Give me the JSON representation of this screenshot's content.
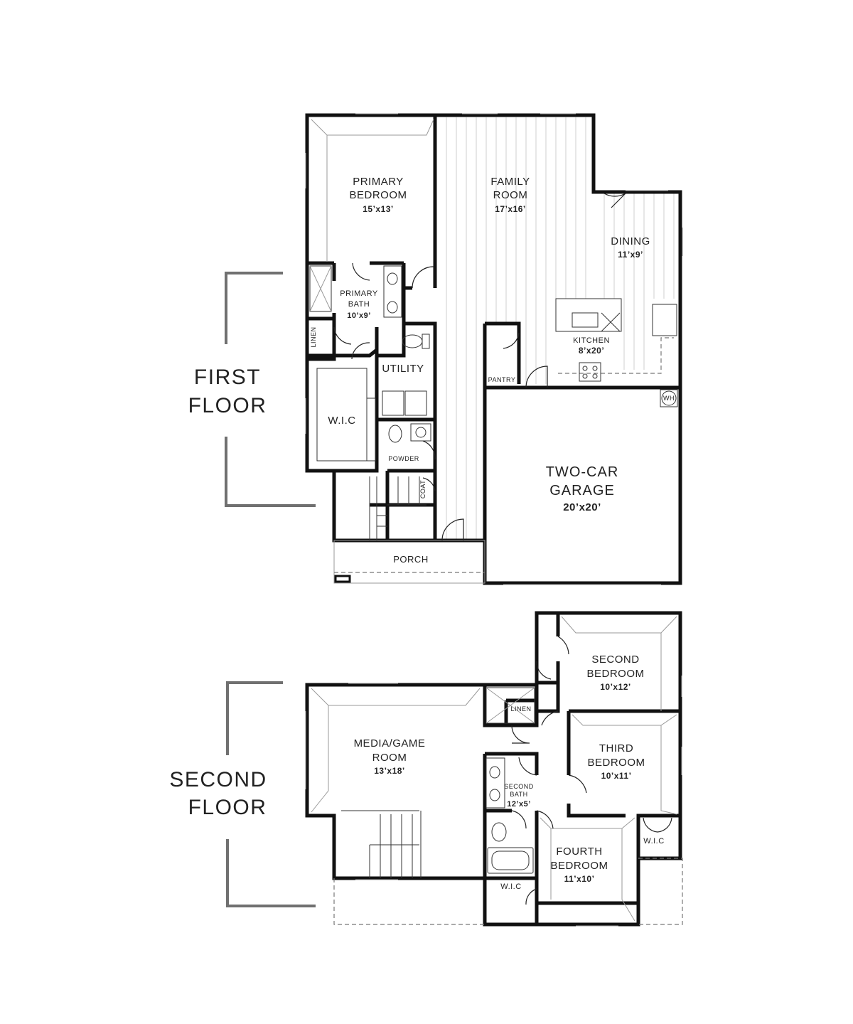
{
  "floors": {
    "first": {
      "line1": "FIRST",
      "line2": "FLOOR"
    },
    "second": {
      "line1": "SECOND",
      "line2": "FLOOR"
    }
  },
  "rooms": {
    "primary_bedroom": {
      "line1": "PRIMARY",
      "line2": "BEDROOM",
      "dim": "15’x13’"
    },
    "family_room": {
      "line1": "FAMILY",
      "line2": "ROOM",
      "dim": "17’x16’"
    },
    "dining": {
      "name": "DINING",
      "dim": "11’x9’"
    },
    "primary_bath": {
      "line1": "PRIMARY",
      "line2": "BATH",
      "dim": "10’x9’"
    },
    "kitchen": {
      "name": "KITCHEN",
      "dim": "8’x20’"
    },
    "linen_first": {
      "name": "LINEN"
    },
    "utility": {
      "name": "UTILITY"
    },
    "pantry": {
      "name": "PANTRY"
    },
    "wic_first": {
      "name": "W.I.C"
    },
    "powder": {
      "name": "POWDER"
    },
    "coat": {
      "name": "COAT"
    },
    "garage": {
      "line1": "TWO-CAR",
      "line2": "GARAGE",
      "dim": "20’x20’"
    },
    "porch": {
      "name": "PORCH"
    },
    "water_heater": {
      "name": "WH"
    },
    "second_bedroom": {
      "line1": "SECOND",
      "line2": "BEDROOM",
      "dim": "10’x12’"
    },
    "linen_second": {
      "name": "LINEN"
    },
    "media_room": {
      "line1": "MEDIA/GAME",
      "line2": "ROOM",
      "dim": "13’x18’"
    },
    "third_bedroom": {
      "line1": "THIRD",
      "line2": "BEDROOM",
      "dim": "10’x11’"
    },
    "second_bath": {
      "line1": "SECOND",
      "line2": "BATH",
      "dim": "12’x5’"
    },
    "wic_third": {
      "name": "W.I.C"
    },
    "fourth_bedroom": {
      "line1": "FOURTH",
      "line2": "BEDROOM",
      "dim": "11’x10’"
    },
    "wic_fourth": {
      "name": "W.I.C"
    }
  }
}
